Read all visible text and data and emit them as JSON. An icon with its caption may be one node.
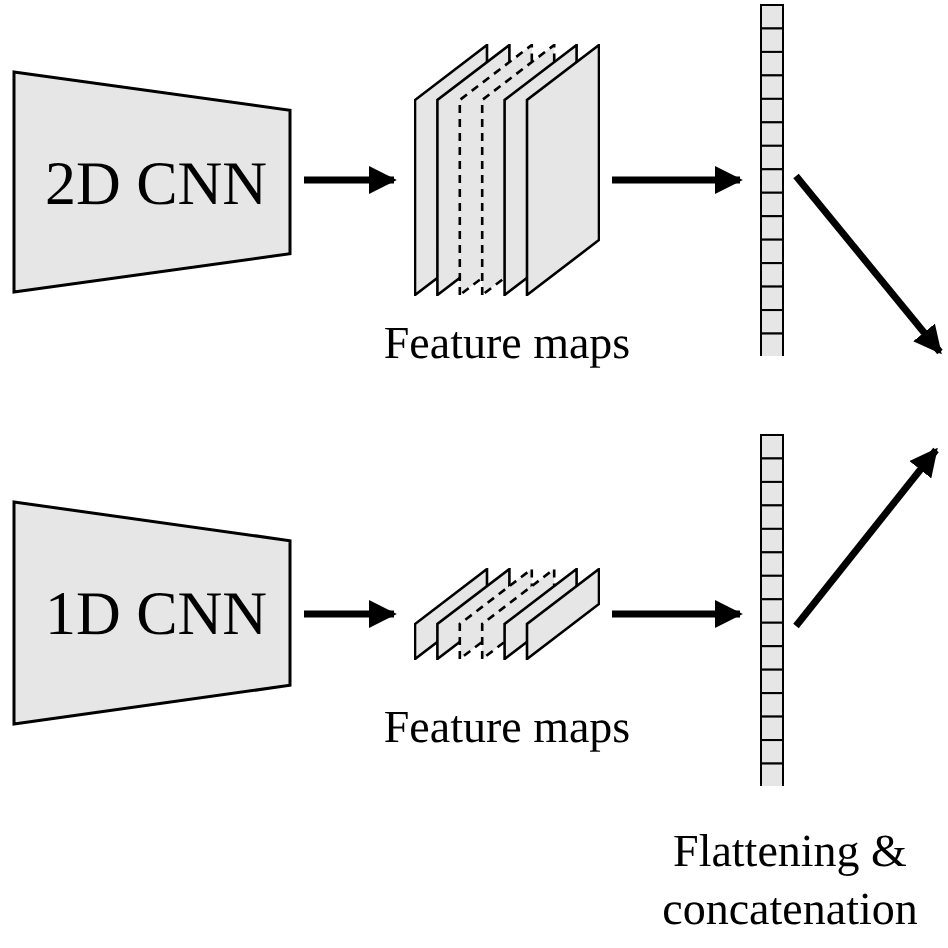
{
  "diagram": {
    "nodes": [
      {
        "text": [
          "2D CNN"
        ]
      },
      {
        "text": [],
        "shape": "stack",
        "beside": [
          "Feature maps"
        ]
      },
      {
        "text": [],
        "shape": "bar"
      },
      {
        "text": [
          "1D CNN"
        ]
      },
      {
        "text": [],
        "shape": "stack",
        "beside": [
          "Feature maps"
        ]
      },
      {
        "text": [],
        "shape": "bar"
      }
    ],
    "edges": [
      {
        "from": 0,
        "to": 1,
        "arrow": "to"
      },
      {
        "from": 1,
        "to": 2,
        "arrow": "to"
      },
      {
        "from": 2,
        "to": null,
        "arrow": "to"
      },
      {
        "from": 3,
        "to": 4,
        "arrow": "to"
      },
      {
        "from": 4,
        "to": 5,
        "arrow": "to"
      },
      {
        "from": 5,
        "to": null,
        "arrow": "to"
      }
    ],
    "labels": [
      "Flattening & concatenation"
    ]
  }
}
